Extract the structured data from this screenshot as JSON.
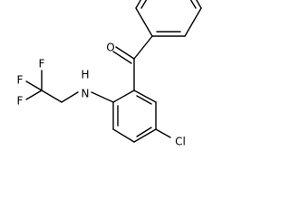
{
  "molecule": {
    "atoms": [
      {
        "id": "O",
        "label": "O"
      },
      {
        "id": "N",
        "label": "N"
      },
      {
        "id": "H",
        "label": "H"
      },
      {
        "id": "F1",
        "label": "F"
      },
      {
        "id": "F2",
        "label": "F"
      },
      {
        "id": "F3",
        "label": "F"
      },
      {
        "id": "Cl",
        "label": "Cl"
      }
    ]
  }
}
